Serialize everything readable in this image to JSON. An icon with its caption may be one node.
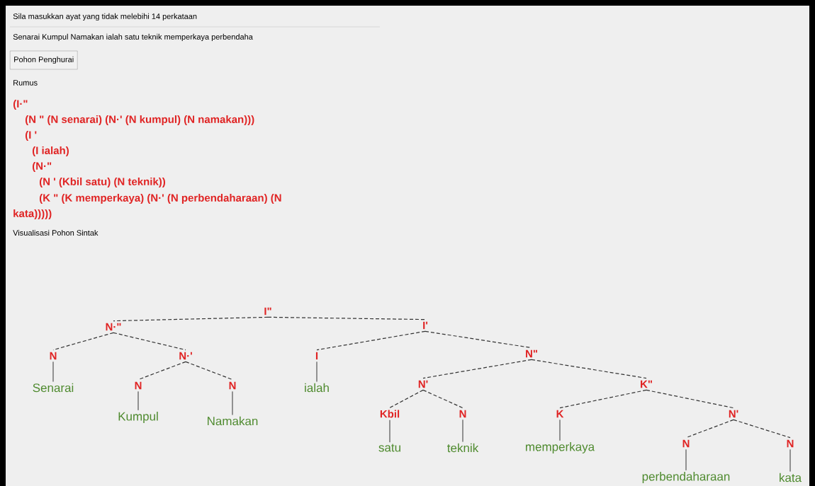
{
  "diagram": {
    "nodes": [
      {
        "text": [
          "I\""
        ]
      },
      {
        "text": [
          "N·\""
        ]
      },
      {
        "text": [
          "I'"
        ]
      },
      {
        "text": [
          "N"
        ]
      },
      {
        "text": [
          "Senarai"
        ]
      },
      {
        "text": [
          "N·'"
        ]
      },
      {
        "text": [
          "N"
        ]
      },
      {
        "text": [
          "Kumpul"
        ]
      },
      {
        "text": [
          "N"
        ]
      },
      {
        "text": [
          "Namakan"
        ]
      },
      {
        "text": [
          "I"
        ]
      },
      {
        "text": [
          "ialah"
        ]
      },
      {
        "text": [
          "N\""
        ]
      },
      {
        "text": [
          "N'"
        ]
      },
      {
        "text": [
          "Kbil"
        ]
      },
      {
        "text": [
          "satu"
        ]
      },
      {
        "text": [
          "N"
        ]
      },
      {
        "text": [
          "teknik"
        ]
      },
      {
        "text": [
          "K\""
        ]
      },
      {
        "text": [
          "K"
        ]
      },
      {
        "text": [
          "memperkaya"
        ]
      },
      {
        "text": [
          "N'"
        ]
      },
      {
        "text": [
          "N"
        ]
      },
      {
        "text": [
          "perbendaharaan"
        ]
      },
      {
        "text": [
          "N"
        ]
      },
      {
        "text": [
          "kata"
        ]
      }
    ],
    "edges": [
      {
        "from": 0,
        "to": 1,
        "arrow": "none",
        "style": "dashed"
      },
      {
        "from": 0,
        "to": 2,
        "arrow": "none",
        "style": "dashed"
      },
      {
        "from": 1,
        "to": 3,
        "arrow": "none",
        "style": "dashed"
      },
      {
        "from": 1,
        "to": 5,
        "arrow": "none",
        "style": "dashed"
      },
      {
        "from": 3,
        "to": 4,
        "arrow": "none"
      },
      {
        "from": 5,
        "to": 6,
        "arrow": "none",
        "style": "dashed"
      },
      {
        "from": 5,
        "to": 8,
        "arrow": "none",
        "style": "dashed"
      },
      {
        "from": 6,
        "to": 7,
        "arrow": "none"
      },
      {
        "from": 8,
        "to": 9,
        "arrow": "none"
      },
      {
        "from": 2,
        "to": 10,
        "arrow": "none",
        "style": "dashed"
      },
      {
        "from": 2,
        "to": 12,
        "arrow": "none",
        "style": "dashed"
      },
      {
        "from": 10,
        "to": 11,
        "arrow": "none"
      },
      {
        "from": 12,
        "to": 13,
        "arrow": "none",
        "style": "dashed"
      },
      {
        "from": 12,
        "to": 18,
        "arrow": "none",
        "style": "dashed"
      },
      {
        "from": 13,
        "to": 14,
        "arrow": "none",
        "style": "dashed"
      },
      {
        "from": 13,
        "to": 16,
        "arrow": "none",
        "style": "dashed"
      },
      {
        "from": 14,
        "to": 15,
        "arrow": "none"
      },
      {
        "from": 16,
        "to": 17,
        "arrow": "none"
      },
      {
        "from": 18,
        "to": 19,
        "arrow": "none",
        "style": "dashed"
      },
      {
        "from": 18,
        "to": 21,
        "arrow": "none",
        "style": "dashed"
      },
      {
        "from": 19,
        "to": 20,
        "arrow": "none"
      },
      {
        "from": 21,
        "to": 22,
        "arrow": "none",
        "style": "dashed"
      },
      {
        "from": 21,
        "to": 24,
        "arrow": "none",
        "style": "dashed"
      },
      {
        "from": 22,
        "to": 23,
        "arrow": "none"
      },
      {
        "from": 24,
        "to": 25,
        "arrow": "none"
      }
    ],
    "labels": [
      "Sila masukkan ayat yang tidak melebihi 14 perkataan",
      "Senarai Kumpul Namakan ialah satu teknik memperkaya perbendaha",
      "Pohon Penghurai",
      "Rumus",
      "(I·\"",
      "(N \"  (N senarai) (N·' (N kumpul) (N namakan)))",
      "(I '",
      "(I ialah)",
      "(N·\"",
      "(N ' (Kbil satu) (N teknik))",
      "(K \"  (K memperkaya) (N·' (N perbendaharaan) (N",
      "kata)))))",
      "Visualisasi Pohon Sintak"
    ]
  }
}
